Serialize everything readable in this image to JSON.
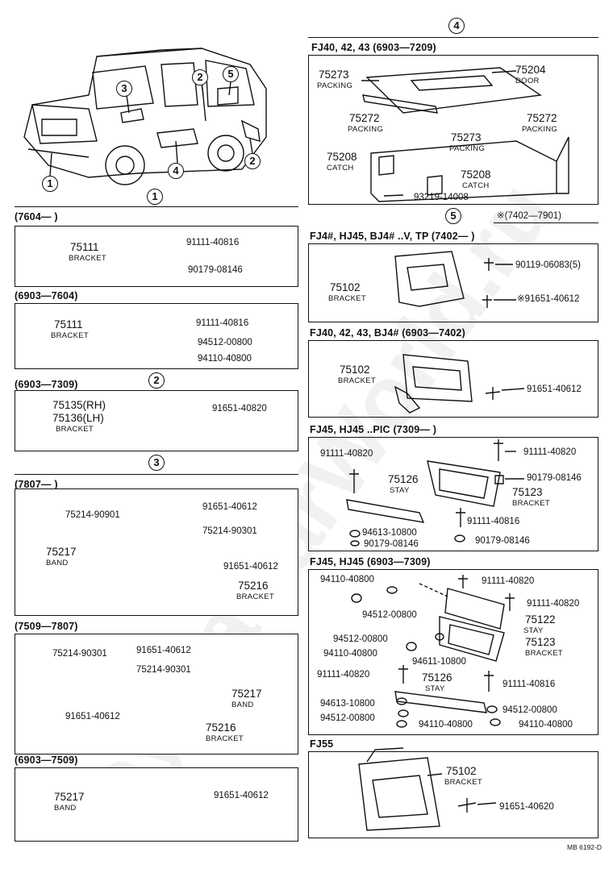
{
  "callouts": {
    "c1": "1",
    "c2": "2",
    "c3": "3",
    "c4": "4",
    "c5": "5"
  },
  "sections": {
    "s1": {
      "marker": "1"
    },
    "s2": {
      "marker": "2"
    },
    "s3": {
      "marker": "3"
    },
    "s4": {
      "marker": "4"
    },
    "s5": {
      "marker": "5",
      "note": "※(7402—7901)"
    }
  },
  "boxes": {
    "b1": {
      "header": "(7604—       )",
      "parts": {
        "p1": "75111",
        "l1": "BRACKET",
        "p2": "91111-40816",
        "p3": "90179-08146"
      }
    },
    "b2": {
      "header": "(6903—7604)",
      "parts": {
        "p1": "75111",
        "l1": "BRACKET",
        "p2": "91111-40816",
        "p3": "94512-00800",
        "p4": "94110-40800"
      }
    },
    "b3": {
      "header": "(6903—7309)",
      "parts": {
        "p1": "75135(RH)",
        "p2": "75136(LH)",
        "l1": "BRACKET",
        "p3": "91651-40820"
      }
    },
    "b4": {
      "header": "(7807—       )",
      "parts": {
        "p1": "75214-90901",
        "p2": "75214-90301",
        "p3": "91651-40612",
        "p4": "75217",
        "l1": "BAND",
        "p5": "91651-40612",
        "p6": "75216",
        "l2": "BRACKET"
      }
    },
    "b5": {
      "header": "(7509—7807)",
      "parts": {
        "p1": "75214-90301",
        "p2": "91651-40612",
        "p3": "75214-90301",
        "p4": "75217",
        "l1": "BAND",
        "p5": "91651-40612",
        "p6": "75216",
        "l2": "BRACKET"
      }
    },
    "b6": {
      "header": "(6903—7509)",
      "parts": {
        "p1": "75217",
        "l1": "BAND",
        "p2": "91651-40612"
      }
    },
    "b7": {
      "header": "FJ40, 42, 43  (6903—7209)",
      "parts": {
        "p1": "75273",
        "l1": "PACKING",
        "p2": "75204",
        "l2": "DOOR",
        "p3": "75272",
        "l3": "PACKING",
        "p4": "75272",
        "l4": "PACKING",
        "p5": "75273",
        "l5": "PACKING",
        "p6": "75208",
        "l6": "CATCH",
        "p7": "75208",
        "l7": "CATCH",
        "p8": "93219-14008"
      }
    },
    "b8": {
      "header": "FJ4#, HJ45, BJ4# ..V, TP (7402—      )",
      "parts": {
        "p1": "90119-06083(5)",
        "p2": "75102",
        "l1": "BRACKET",
        "p3": "※91651-40612"
      }
    },
    "b9": {
      "header": "FJ40, 42, 43, BJ4#  (6903—7402)",
      "parts": {
        "p1": "75102",
        "l1": "BRACKET",
        "p2": "91651-40612"
      }
    },
    "b10": {
      "header": "FJ45, HJ45 ..PIC (7309—       )",
      "parts": {
        "p1": "91111-40820",
        "p2": "91111-40820",
        "p3": "75126",
        "l1": "STAY",
        "p4": "90179-08146",
        "p5": "75123",
        "l2": "BRACKET",
        "p6": "91111-40816",
        "p7": "94613-10800",
        "p8": "90179-08146",
        "p9": "90179-08146"
      }
    },
    "b11": {
      "header": "FJ45, HJ45  (6903—7309)",
      "parts": {
        "p1": "94110-40800",
        "p2": "91111-40820",
        "p3": "94512-00800",
        "p4": "91111-40820",
        "p5": "75122",
        "l1": "STAY",
        "p6": "94512-00800",
        "p7": "75123",
        "l2": "BRACKET",
        "p8": "94110-40800",
        "p9": "94611-10800",
        "p10": "91111-40820",
        "p11": "75126",
        "l3": "STAY",
        "p12": "91111-40816",
        "p13": "94613-10800",
        "p14": "94512-00800",
        "p15": "94512-00800",
        "p16": "94110-40800",
        "p17": "94110-40800"
      }
    },
    "b12": {
      "header": "FJ55",
      "parts": {
        "p1": "75102",
        "l1": "BRACKET",
        "p2": "91651-40620"
      }
    }
  },
  "watermark": "ToyotaCarWorld.ru",
  "footer": "MB 6192-D"
}
